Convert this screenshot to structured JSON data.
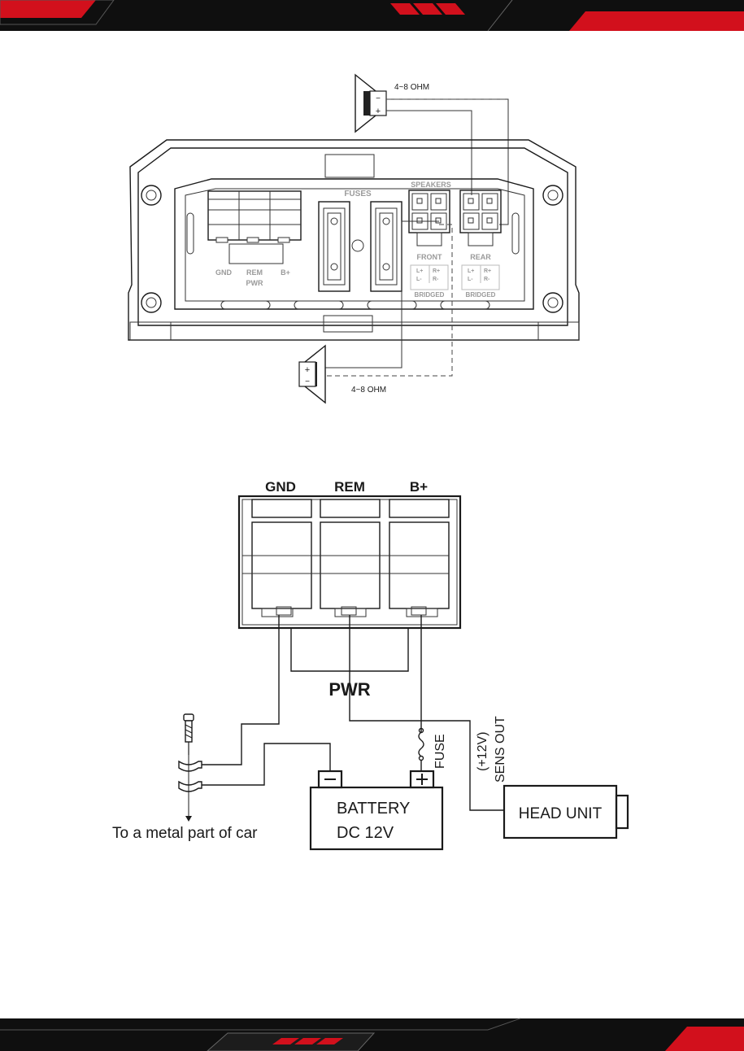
{
  "colors": {
    "banner_dark": "#111111",
    "banner_red": "#d2101c",
    "line": "#1a1a1a",
    "label_gray": "#9a9a9a"
  },
  "speaker_diagram": {
    "impedance_top": "4~8 OHM",
    "impedance_bottom": "4~8 OHM",
    "fuses_label": "FUSES",
    "speakers_label": "SPEAKERS",
    "front_label": "FRONT",
    "rear_label": "REAR",
    "power_terminals": [
      "GND",
      "REM",
      "B+"
    ],
    "pwr_label": "PWR",
    "bridged_front": {
      "l_plus": "L+",
      "r_plus": "R+",
      "l_minus": "L-",
      "r_minus": "R-",
      "label": "BRIDGED"
    },
    "bridged_rear": {
      "l_plus": "L+",
      "r_plus": "R+",
      "l_minus": "L-",
      "r_minus": "R-",
      "label": "BRIDGED"
    }
  },
  "power_diagram": {
    "terminals": [
      "GND",
      "REM",
      "B+"
    ],
    "pwr_label": "PWR",
    "fuse_label": "FUSE",
    "sens_line1": "(+12V)",
    "sens_line2": "SENS OUT",
    "battery_line1": "BATTERY",
    "battery_line2": "DC 12V",
    "head_unit": "HEAD UNIT",
    "ground_note": "To a metal part of car"
  }
}
